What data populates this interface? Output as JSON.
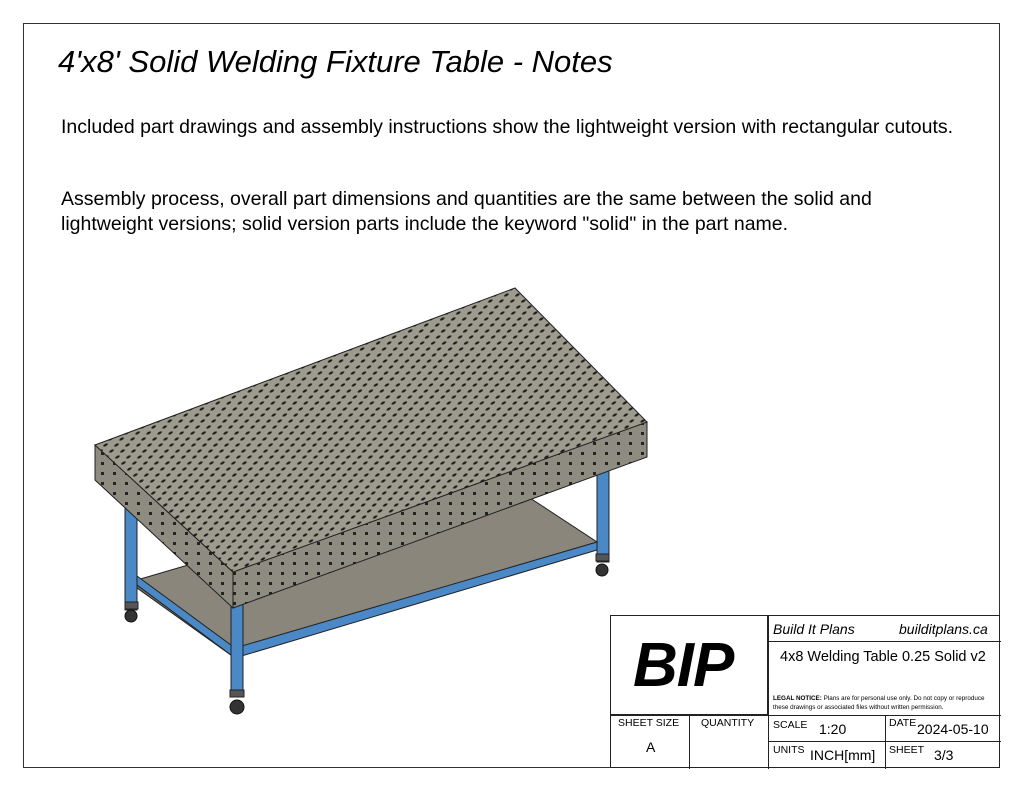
{
  "title": "4'x8' Solid Welding Fixture Table - Notes",
  "notes": [
    "Included part drawings and assembly instructions show the lightweight version with rectangular cutouts.",
    "Assembly process, overall part dimensions and quantities are the same between the solid and lightweight versions; solid version parts include the keyword \"solid\" in the part name."
  ],
  "drawing": {
    "subject": "welding-table-isometric",
    "colors": {
      "top": "#9d9a8e",
      "top_side": "#8e8b80",
      "hole": "#111111",
      "frame": "#4a88c6",
      "shelf": "#8a867b",
      "caster": "#333333"
    }
  },
  "title_block": {
    "logo": "BIP",
    "company": "Build It Plans",
    "website": "builditplans.ca",
    "part_name": "4x8 Welding Table 0.25 Solid v2",
    "legal_label": "LEGAL NOTICE:",
    "legal_text": "Plans are for personal use only. Do not copy or reproduce these drawings or associated files without written permission.",
    "sheet_size_label": "SHEET SIZE",
    "sheet_size": "A",
    "quantity_label": "QUANTITY",
    "quantity": "",
    "scale_label": "SCALE",
    "scale": "1:20",
    "date_label": "DATE",
    "date": "2024-05-10",
    "units_label": "UNITS",
    "units": "INCH[mm]",
    "sheet_label": "SHEET",
    "sheet": "3/3"
  }
}
